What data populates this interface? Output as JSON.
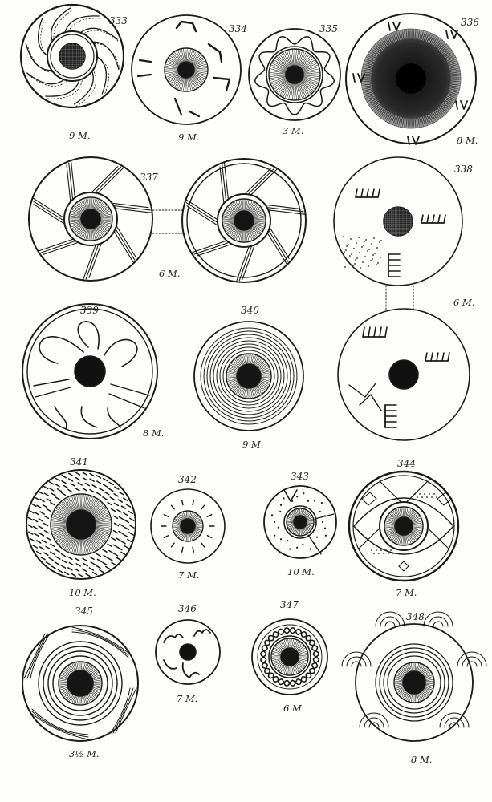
{
  "figures": [
    {
      "number": "333",
      "depth": "9 M."
    },
    {
      "number": "334",
      "depth": "9 M."
    },
    {
      "number": "335",
      "depth": "3 M."
    },
    {
      "number": "336",
      "depth": "8 M."
    },
    {
      "number": "337",
      "depth": "6 M."
    },
    {
      "number": "338",
      "depth": "6 M."
    },
    {
      "number": "339",
      "depth": "8 M."
    },
    {
      "number": "340",
      "depth": "9 M."
    },
    {
      "number": "341",
      "depth": "10 M."
    },
    {
      "number": "342",
      "depth": "7 M."
    },
    {
      "number": "343",
      "depth": "10 M."
    },
    {
      "number": "344",
      "depth": "7 M."
    },
    {
      "number": "345",
      "depth": "3½ M."
    },
    {
      "number": "346",
      "depth": "7 M."
    },
    {
      "number": "347",
      "depth": "6 M."
    },
    {
      "number": "348",
      "depth": "8 M."
    }
  ],
  "palette": {
    "ink": "#1a1a1a",
    "paper": "#fdfdfb"
  }
}
